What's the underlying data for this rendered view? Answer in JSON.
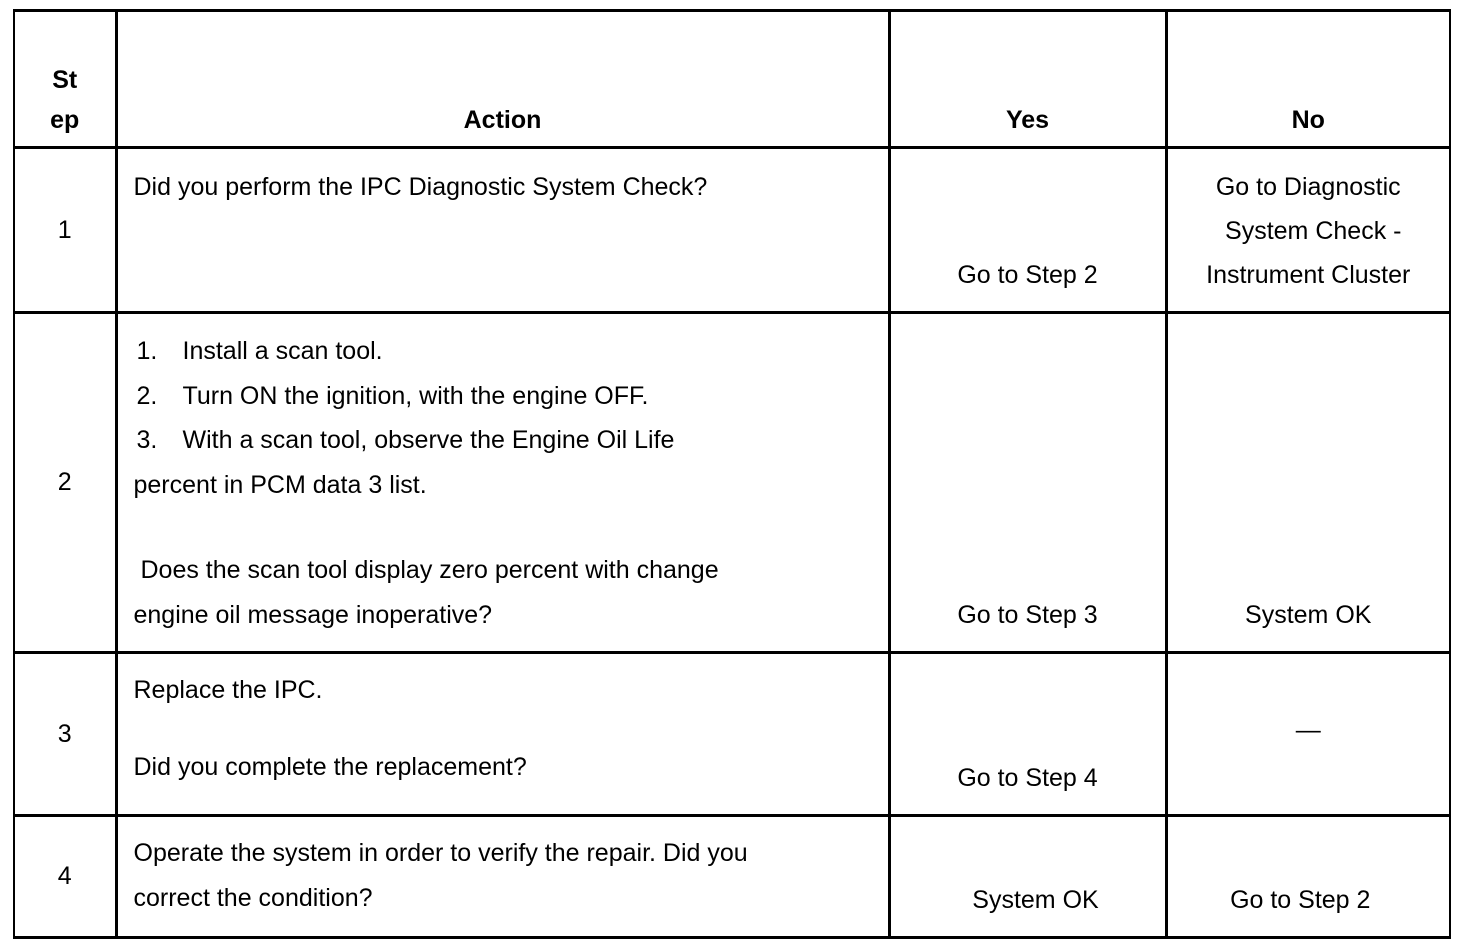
{
  "headers": {
    "step": [
      "St",
      "ep"
    ],
    "action": "Action",
    "yes": "Yes",
    "no": "No"
  },
  "rows": [
    {
      "step": "1",
      "action": [
        "Did you perform the IPC Diagnostic System Check?"
      ],
      "yes": "Go to Step 2",
      "no": [
        "Go to Diagnostic",
        "System Check -",
        "Instrument Cluster"
      ]
    },
    {
      "step": "2",
      "items": [
        {
          "num": "1.",
          "text": "Install a scan tool."
        },
        {
          "num": "2.",
          "text": "Turn ON the ignition, with the engine OFF."
        },
        {
          "num": "3.",
          "text": "With a scan tool, observe the Engine Oil Life"
        }
      ],
      "item_cont": "percent in PCM data 3 list.",
      "question": [
        "Does the scan tool display zero percent with change",
        "engine oil message inoperative?"
      ],
      "yes": "Go to Step 3",
      "no": "System OK"
    },
    {
      "step": "3",
      "action": [
        "Replace the IPC.",
        "Did you complete the replacement?"
      ],
      "yes": "Go to Step 4",
      "no": "—"
    },
    {
      "step": "4",
      "action": [
        "Operate the system in order to verify the repair. Did you",
        "correct the condition?"
      ],
      "yes": "System OK",
      "no": "Go to Step 2"
    }
  ]
}
